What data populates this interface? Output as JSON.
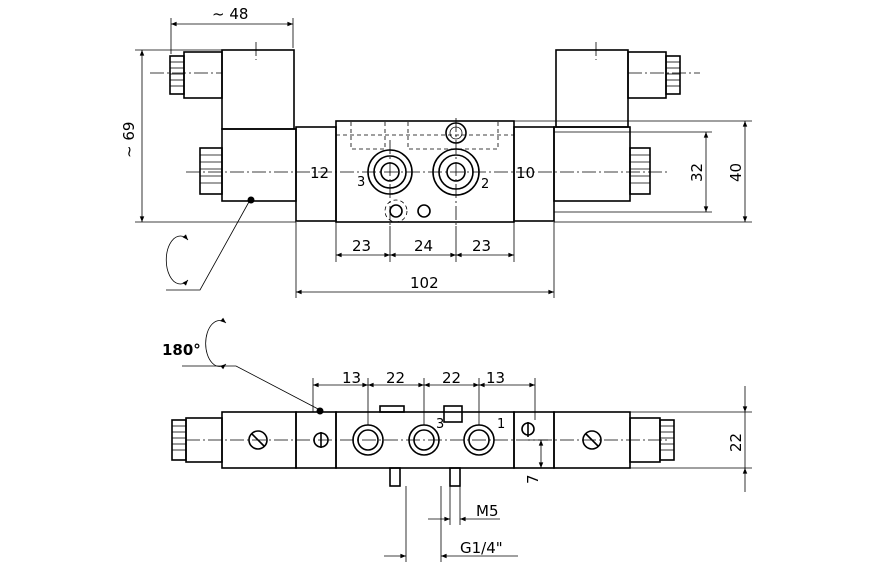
{
  "top_view": {
    "dims": {
      "coil_width": "~ 48",
      "height": "~ 69",
      "port_spacing_left": "23",
      "port_spacing_mid": "24",
      "port_spacing_right": "23",
      "body_length": "102",
      "height_32": "32",
      "height_40": "40"
    },
    "port_labels": {
      "p12": "12",
      "p3": "3",
      "p2": "2",
      "p10": "10"
    }
  },
  "bottom_view": {
    "rotation": "180°",
    "dims": {
      "spacing_a": "13",
      "spacing_b": "22",
      "spacing_c": "22",
      "spacing_d": "13",
      "height_22": "22",
      "offset_7": "7",
      "thread_m5": "M5",
      "thread_g14": "G1/4\""
    },
    "port_labels": {
      "p3": "3",
      "p1": "1"
    }
  }
}
